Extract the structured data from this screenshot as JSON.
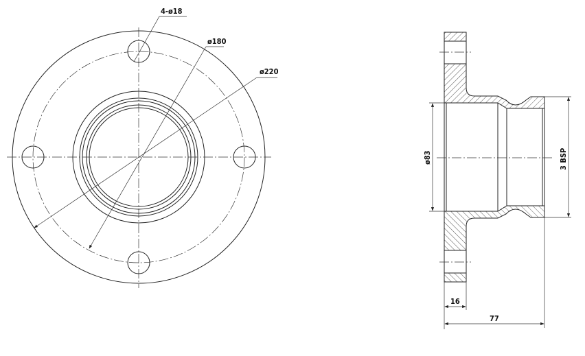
{
  "front_view": {
    "hole_callout": "4-ø18",
    "bolt_circle_callout": "ø180",
    "outer_diameter_callout": "ø220"
  },
  "side_view": {
    "bore_diameter": "ø83",
    "thread_size": "3 BSP",
    "flange_thickness": "16",
    "overall_length": "77"
  }
}
